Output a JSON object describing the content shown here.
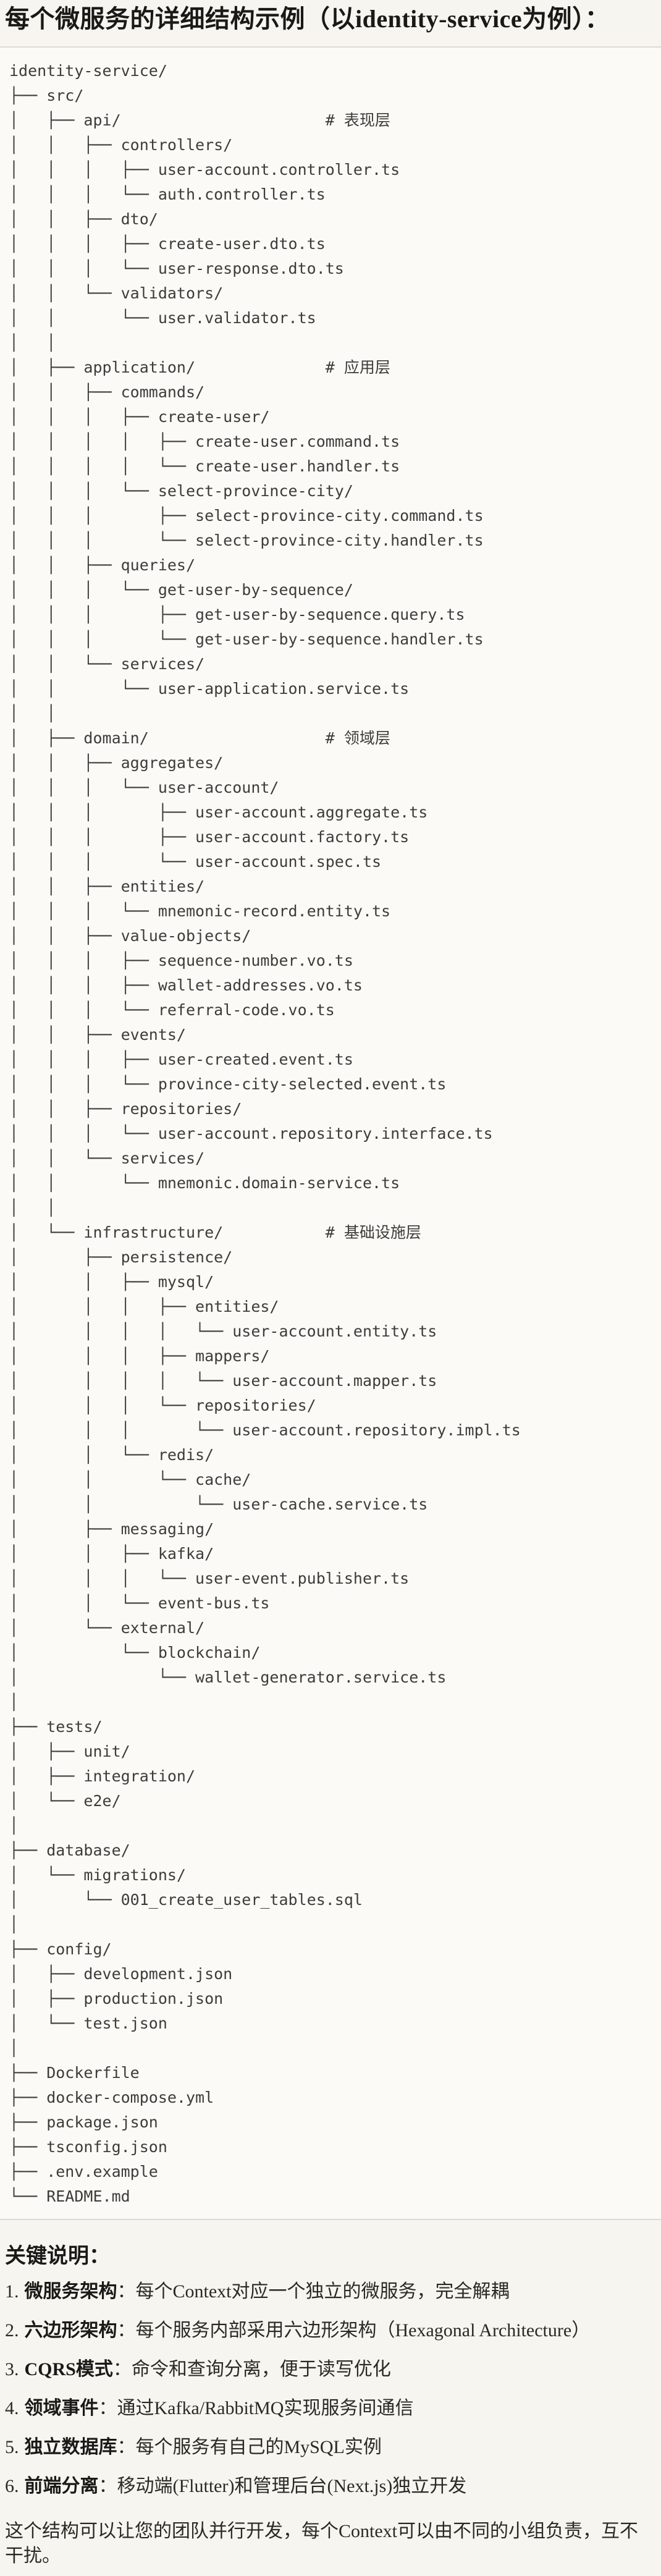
{
  "page": {
    "title": "每个微服务的详细结构示例（以identity-service为例）："
  },
  "code_block": {
    "content_type": "directory-tree",
    "lines": [
      "identity-service/",
      "├── src/",
      "│   ├── api/                      # 表现层",
      "│   │   ├── controllers/",
      "│   │   │   ├── user-account.controller.ts",
      "│   │   │   └── auth.controller.ts",
      "│   │   ├── dto/",
      "│   │   │   ├── create-user.dto.ts",
      "│   │   │   └── user-response.dto.ts",
      "│   │   └── validators/",
      "│   │       └── user.validator.ts",
      "│   │",
      "│   ├── application/              # 应用层",
      "│   │   ├── commands/",
      "│   │   │   ├── create-user/",
      "│   │   │   │   ├── create-user.command.ts",
      "│   │   │   │   └── create-user.handler.ts",
      "│   │   │   └── select-province-city/",
      "│   │   │       ├── select-province-city.command.ts",
      "│   │   │       └── select-province-city.handler.ts",
      "│   │   ├── queries/",
      "│   │   │   └── get-user-by-sequence/",
      "│   │   │       ├── get-user-by-sequence.query.ts",
      "│   │   │       └── get-user-by-sequence.handler.ts",
      "│   │   └── services/",
      "│   │       └── user-application.service.ts",
      "│   │",
      "│   ├── domain/                   # 领域层",
      "│   │   ├── aggregates/",
      "│   │   │   └── user-account/",
      "│   │   │       ├── user-account.aggregate.ts",
      "│   │   │       ├── user-account.factory.ts",
      "│   │   │       └── user-account.spec.ts",
      "│   │   ├── entities/",
      "│   │   │   └── mnemonic-record.entity.ts",
      "│   │   ├── value-objects/",
      "│   │   │   ├── sequence-number.vo.ts",
      "│   │   │   ├── wallet-addresses.vo.ts",
      "│   │   │   └── referral-code.vo.ts",
      "│   │   ├── events/",
      "│   │   │   ├── user-created.event.ts",
      "│   │   │   └── province-city-selected.event.ts",
      "│   │   ├── repositories/",
      "│   │   │   └── user-account.repository.interface.ts",
      "│   │   └── services/",
      "│   │       └── mnemonic.domain-service.ts",
      "│   │",
      "│   └── infrastructure/           # 基础设施层",
      "│       ├── persistence/",
      "│       │   ├── mysql/",
      "│       │   │   ├── entities/",
      "│       │   │   │   └── user-account.entity.ts",
      "│       │   │   ├── mappers/",
      "│       │   │   │   └── user-account.mapper.ts",
      "│       │   │   └── repositories/",
      "│       │   │       └── user-account.repository.impl.ts",
      "│       │   └── redis/",
      "│       │       └── cache/",
      "│       │           └── user-cache.service.ts",
      "│       ├── messaging/",
      "│       │   ├── kafka/",
      "│       │   │   └── user-event.publisher.ts",
      "│       │   └── event-bus.ts",
      "│       └── external/",
      "│           └── blockchain/",
      "│               └── wallet-generator.service.ts",
      "│",
      "├── tests/",
      "│   ├── unit/",
      "│   ├── integration/",
      "│   └── e2e/",
      "│",
      "├── database/",
      "│   └── migrations/",
      "│       └── 001_create_user_tables.sql",
      "│",
      "├── config/",
      "│   ├── development.json",
      "│   ├── production.json",
      "│   └── test.json",
      "│",
      "├── Dockerfile",
      "├── docker-compose.yml",
      "├── package.json",
      "├── tsconfig.json",
      "├── .env.example",
      "└── README.md"
    ]
  },
  "notes": {
    "heading": "关键说明：",
    "items": [
      {
        "num": "1.",
        "label": "微服务架构",
        "desc": "：每个Context对应一个独立的微服务，完全解耦"
      },
      {
        "num": "2.",
        "label": "六边形架构",
        "desc": "：每个服务内部采用六边形架构（Hexagonal Architecture）"
      },
      {
        "num": "3.",
        "label": "CQRS模式",
        "desc": "：命令和查询分离，便于读写优化"
      },
      {
        "num": "4.",
        "label": "领域事件",
        "desc": "：通过Kafka/RabbitMQ实现服务间通信"
      },
      {
        "num": "5.",
        "label": "独立数据库",
        "desc": "：每个服务有自己的MySQL实例"
      },
      {
        "num": "6.",
        "label": "前端分离",
        "desc": "：移动端(Flutter)和管理后台(Next.js)独立开发"
      }
    ],
    "footer": "这个结构可以让您的团队并行开发，每个Context可以由不同的小组负责，互不干扰。"
  },
  "colors": {
    "page_bg": "#f6f5f0",
    "code_bg": "#fbfaf7",
    "rule": "#dddad3",
    "code_text": "#3d3c38",
    "heading_text": "#1a1917",
    "body_text": "#2a2925"
  }
}
